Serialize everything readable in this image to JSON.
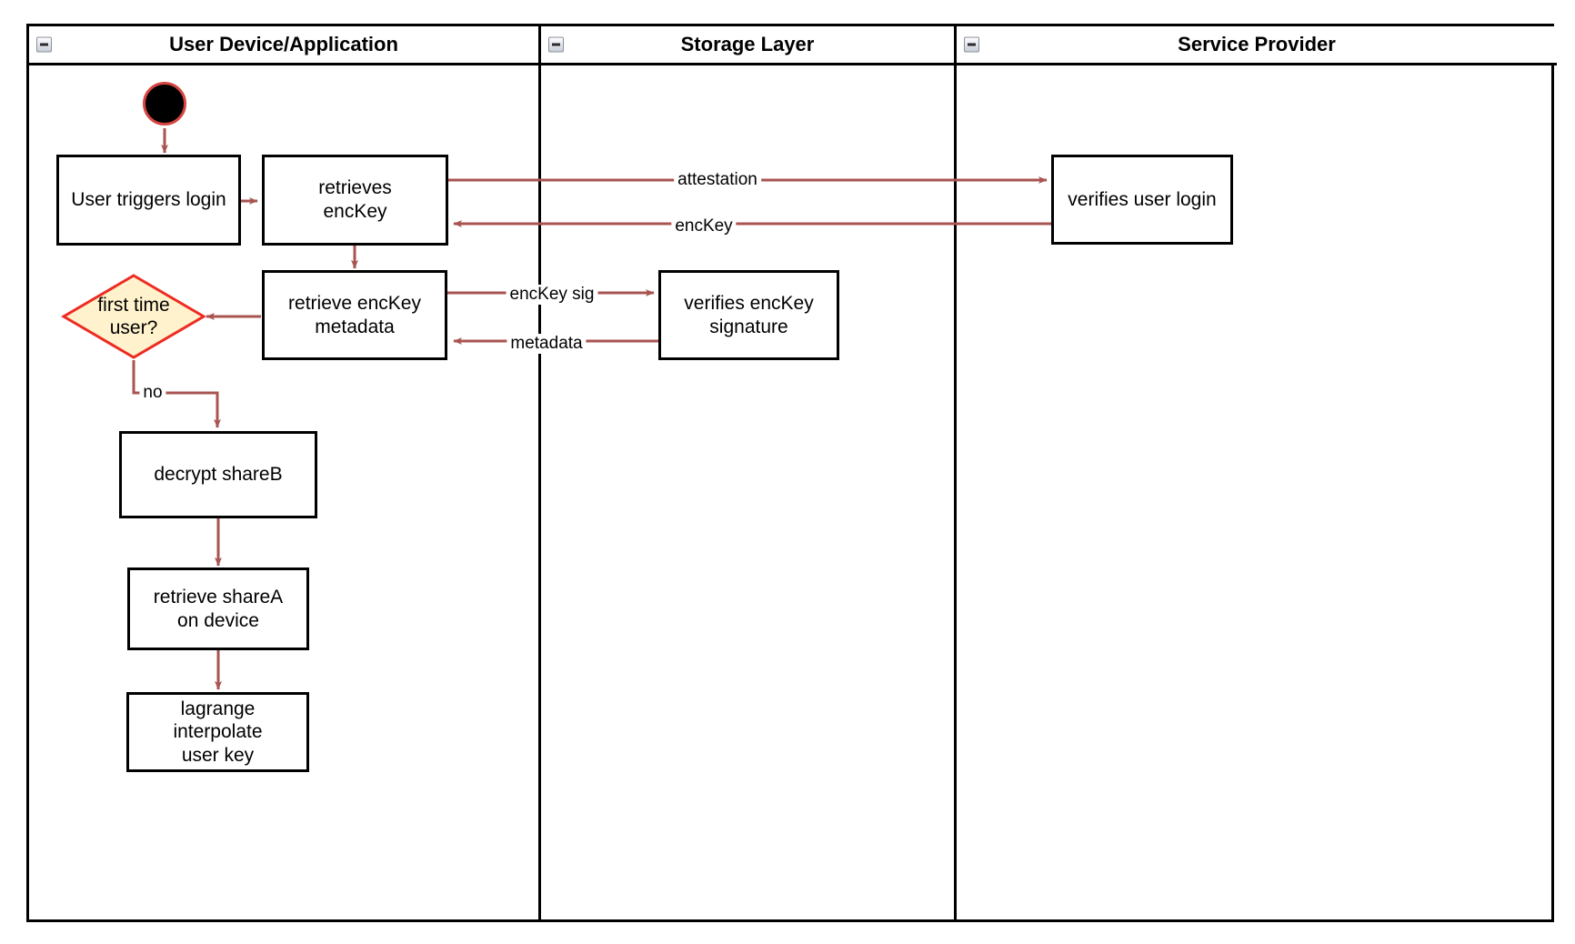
{
  "diagram": {
    "type": "swimlane-activity-diagram",
    "colors": {
      "edge": "#a85450",
      "decision_fill": "#fff2cc",
      "decision_stroke": "#ee2b22",
      "start_fill": "#000000",
      "start_stroke": "#d64541",
      "node_stroke": "#000000",
      "lane_stroke": "#000000"
    },
    "lanes": [
      {
        "id": "user-device",
        "title": "User Device/Application",
        "collapse_icon": "minus-box-icon"
      },
      {
        "id": "storage-layer",
        "title": "Storage Layer",
        "collapse_icon": "minus-box-icon"
      },
      {
        "id": "service-provider",
        "title": "Service Provider",
        "collapse_icon": "minus-box-icon"
      }
    ],
    "nodes": [
      {
        "id": "start",
        "kind": "start",
        "lane": "user-device",
        "label": ""
      },
      {
        "id": "user-triggers-login",
        "kind": "activity",
        "lane": "user-device",
        "label": "User triggers login"
      },
      {
        "id": "retrieves-enckey",
        "kind": "activity",
        "lane": "user-device",
        "label": "retrieves\nencKey"
      },
      {
        "id": "retrieve-enckey-metadata",
        "kind": "activity",
        "lane": "user-device",
        "label": "retrieve encKey\nmetadata"
      },
      {
        "id": "first-time-user",
        "kind": "decision",
        "lane": "user-device",
        "label": "first time\nuser?"
      },
      {
        "id": "decrypt-shareb",
        "kind": "activity",
        "lane": "user-device",
        "label": "decrypt shareB"
      },
      {
        "id": "retrieve-sharea-on-device",
        "kind": "activity",
        "lane": "user-device",
        "label": "retrieve shareA\non device"
      },
      {
        "id": "lagrange-interpolate-user-key",
        "kind": "activity",
        "lane": "user-device",
        "label": "lagrange interpolate\nuser key"
      },
      {
        "id": "verifies-enckey-signature",
        "kind": "activity",
        "lane": "storage-layer",
        "label": "verifies encKey\nsignature"
      },
      {
        "id": "verifies-user-login",
        "kind": "activity",
        "lane": "service-provider",
        "label": "verifies user login"
      }
    ],
    "edges": [
      {
        "id": "e-start-login",
        "from": "start",
        "to": "user-triggers-login",
        "label": ""
      },
      {
        "id": "e-login-retrieves",
        "from": "user-triggers-login",
        "to": "retrieves-enckey",
        "label": ""
      },
      {
        "id": "e-attestation",
        "from": "retrieves-enckey",
        "to": "verifies-user-login",
        "label": "attestation"
      },
      {
        "id": "e-enckey",
        "from": "verifies-user-login",
        "to": "retrieves-enckey",
        "label": "encKey"
      },
      {
        "id": "e-retrieves-metadata",
        "from": "retrieves-enckey",
        "to": "retrieve-enckey-metadata",
        "label": ""
      },
      {
        "id": "e-enckey-sig",
        "from": "retrieve-enckey-metadata",
        "to": "verifies-enckey-signature",
        "label": "encKey sig"
      },
      {
        "id": "e-metadata",
        "from": "verifies-enckey-signature",
        "to": "retrieve-enckey-metadata",
        "label": "metadata"
      },
      {
        "id": "e-metadata-decision",
        "from": "retrieve-enckey-metadata",
        "to": "first-time-user",
        "label": ""
      },
      {
        "id": "e-no",
        "from": "first-time-user",
        "to": "decrypt-shareb",
        "label": "no"
      },
      {
        "id": "e-decrypt-retrieve",
        "from": "decrypt-shareb",
        "to": "retrieve-sharea-on-device",
        "label": ""
      },
      {
        "id": "e-retrieve-lagrange",
        "from": "retrieve-sharea-on-device",
        "to": "lagrange-interpolate-user-key",
        "label": ""
      }
    ]
  }
}
